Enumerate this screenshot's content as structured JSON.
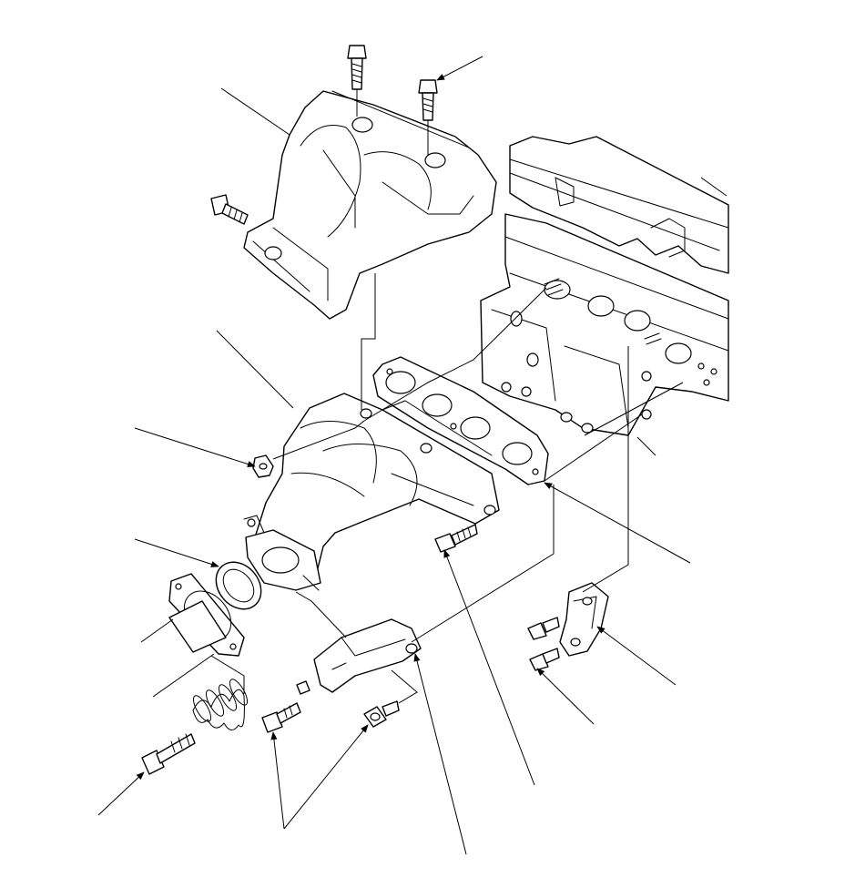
{
  "diagram": {
    "kind": "exploded-parts-view",
    "line_color": "#000000",
    "background": "#ffffff",
    "parts": [
      {
        "name": "heat-shield-upper",
        "icon": "heat-shield"
      },
      {
        "name": "shield-bolt-a",
        "icon": "flange-bolt"
      },
      {
        "name": "shield-bolt-b",
        "icon": "flange-bolt"
      },
      {
        "name": "shield-bolt-side",
        "icon": "flange-bolt"
      },
      {
        "name": "cylinder-head",
        "icon": "cylinder-head"
      },
      {
        "name": "exhaust-manifold",
        "icon": "exhaust-manifold"
      },
      {
        "name": "manifold-gasket",
        "icon": "gasket"
      },
      {
        "name": "flange-nut",
        "icon": "nut"
      },
      {
        "name": "stud-bolt",
        "icon": "stud-bolt"
      },
      {
        "name": "ring-gasket",
        "icon": "gasket-ring"
      },
      {
        "name": "exhaust-pipe-flange",
        "icon": "pipe-flange"
      },
      {
        "name": "compression-spring",
        "icon": "spring"
      },
      {
        "name": "spring-bolt",
        "icon": "bolt"
      },
      {
        "name": "lower-bracket",
        "icon": "bracket"
      },
      {
        "name": "bracket-bolt",
        "icon": "bolt"
      },
      {
        "name": "bracket-nut",
        "icon": "nut"
      },
      {
        "name": "support-bracket",
        "icon": "bracket"
      },
      {
        "name": "support-bolt-a",
        "icon": "flange-bolt"
      },
      {
        "name": "support-bolt-b",
        "icon": "flange-bolt"
      }
    ]
  }
}
